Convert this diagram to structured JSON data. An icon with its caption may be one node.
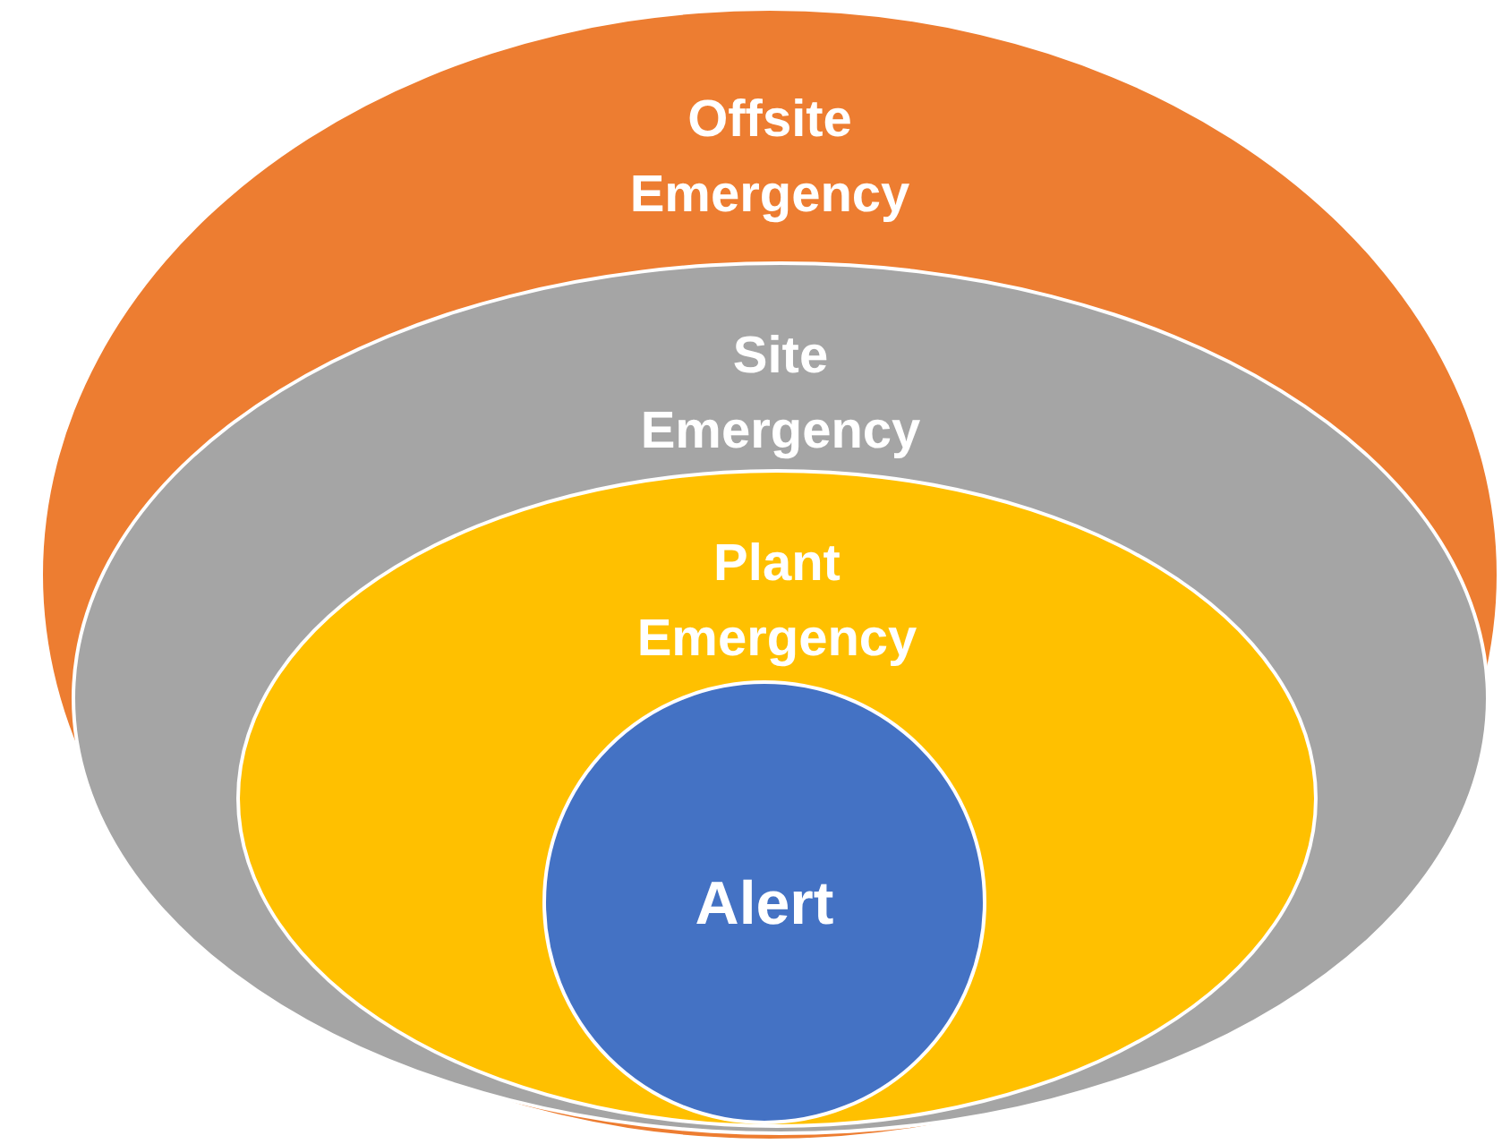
{
  "diagram": {
    "nodes": [
      {
        "text": [
          "Offsite Emergency"
        ]
      },
      {
        "text": [
          "Site Emergency"
        ],
        "in": 0
      },
      {
        "text": [
          "Plant Emergency"
        ],
        "in": 1
      },
      {
        "text": [
          "Alert"
        ],
        "in": 2
      }
    ],
    "edges": []
  }
}
